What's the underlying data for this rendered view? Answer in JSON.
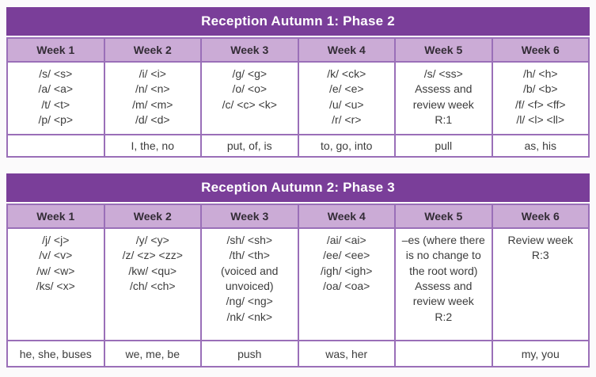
{
  "colors": {
    "title-bar-bg": "#7a3e99",
    "header-bg": "#cbabd6",
    "border-color": "#9a6fb8",
    "title-text": "#ffffff",
    "header-text": "#332c36",
    "cell-text": "#3c3c3c",
    "page-bg": "#fbfafb"
  },
  "tables": [
    {
      "title": "Reception Autumn 1: Phase 2",
      "week_headers": [
        "Week 1",
        "Week 2",
        "Week 3",
        "Week 4",
        "Week 5",
        "Week 6"
      ],
      "phonics": [
        [
          "/s/ <s>",
          "/a/ <a>",
          "/t/ <t>",
          "/p/ <p>"
        ],
        [
          "/i/ <i>",
          "/n/ <n>",
          "/m/ <m>",
          "/d/ <d>"
        ],
        [
          "/g/ <g>",
          "/o/ <o>",
          "/c/ <c> <k>"
        ],
        [
          "/k/ <ck>",
          "/e/ <e>",
          "/u/ <u>",
          "/r/ <r>"
        ],
        [
          "/s/ <ss>",
          "Assess and review week",
          "R:1"
        ],
        [
          "/h/ <h>",
          "/b/ <b>",
          "/f/ <f> <ff>",
          "/l/ <l> <ll>"
        ]
      ],
      "tricky_words": [
        "",
        "I, the, no",
        "put, of, is",
        "to, go, into",
        "pull",
        "as, his"
      ]
    },
    {
      "title": "Reception Autumn 2: Phase 3",
      "week_headers": [
        "Week 1",
        "Week 2",
        "Week 3",
        "Week 4",
        "Week 5",
        "Week 6"
      ],
      "phonics": [
        [
          "/j/ <j>",
          "/v/ <v>",
          "/w/ <w>",
          "/ks/ <x>"
        ],
        [
          "/y/ <y>",
          "/z/ <z> <zz>",
          "/kw/ <qu>",
          "/ch/ <ch>"
        ],
        [
          "/sh/ <sh>",
          "/th/ <th>",
          "(voiced and unvoiced)",
          "/ng/ <ng>",
          "/nk/ <nk>"
        ],
        [
          "/ai/ <ai>",
          "/ee/ <ee>",
          "/igh/ <igh>",
          "/oa/ <oa>"
        ],
        [
          "–es (where there is no change to the root word)",
          "Assess and review week",
          "R:2"
        ],
        [
          "Review week",
          "R:3"
        ]
      ],
      "tricky_words": [
        "he, she, buses",
        "we, me, be",
        "push",
        "was, her",
        "",
        "my, you"
      ]
    }
  ]
}
